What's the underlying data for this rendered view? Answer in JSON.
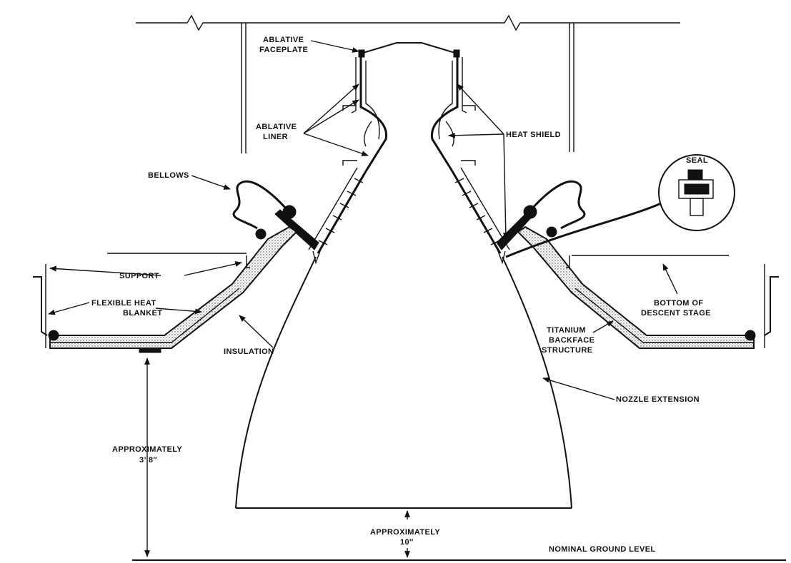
{
  "labels": {
    "ablative_faceplate": [
      "ABLATIVE",
      "FACEPLATE"
    ],
    "ablative_liner": [
      "ABLATIVE",
      "LINER"
    ],
    "heat_shield": [
      "HEAT SHIELD"
    ],
    "bellows": [
      "BELLOWS"
    ],
    "seal": [
      "SEAL"
    ],
    "support": [
      "SUPPORT"
    ],
    "flexible_heat_blanket": [
      "FLEXIBLE HEAT",
      "BLANKET"
    ],
    "insulation": [
      "INSULATION"
    ],
    "bottom_of_descent_stage": [
      "BOTTOM OF",
      "DESCENT STAGE"
    ],
    "titanium_backface_structure": [
      "TITANIUM",
      "BACKFACE",
      "STRUCTURE"
    ],
    "nozzle_extension": [
      "NOZZLE EXTENSION"
    ],
    "approx_height": [
      "APPROXIMATELY",
      "3’ 8″"
    ],
    "approx_clearance": [
      "APPROXIMATELY",
      "10″"
    ],
    "nominal_ground_level": [
      "NOMINAL GROUND LEVEL"
    ]
  }
}
